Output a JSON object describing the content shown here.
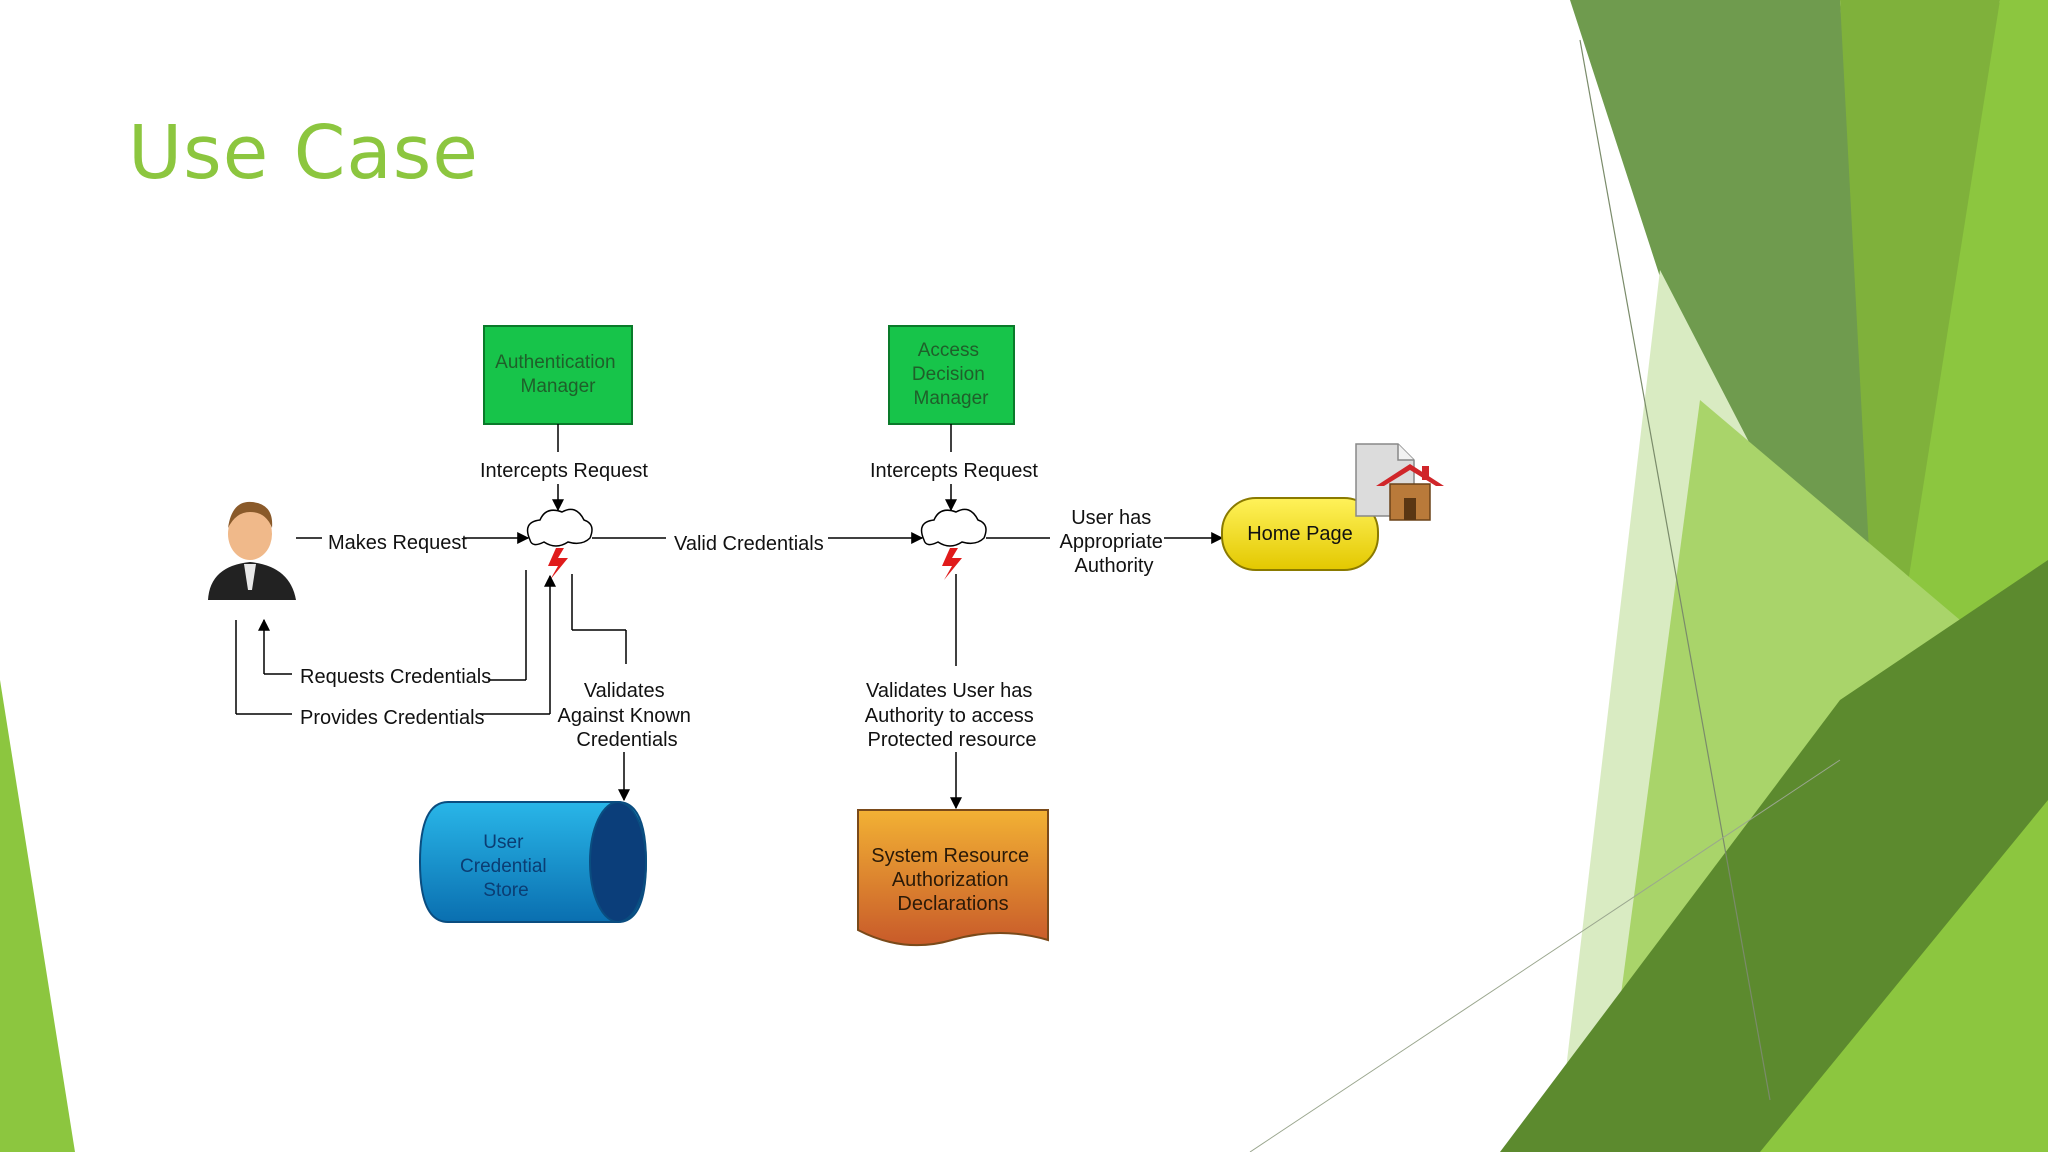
{
  "slide": {
    "title": "Use Case",
    "accent_colors": [
      "#8cc63f",
      "#6f9b4e",
      "#5c8a2e",
      "#a9d46a",
      "#d9ebc2"
    ]
  },
  "diagram": {
    "nodes": {
      "user_icon": "user-icon",
      "auth_manager": "Authentication\nManager",
      "access_manager": "Access\nDecision\nManager",
      "home_page": "Home Page",
      "home_icon": "home-icon",
      "credential_store": "User\nCredential\nStore",
      "authorization_declarations": "System Resource\nAuthorization\nDeclarations"
    },
    "edges": {
      "intercepts_request_1": "Intercepts Request",
      "intercepts_request_2": "Intercepts Request",
      "makes_request": "Makes Request",
      "valid_credentials": "Valid Credentials",
      "user_has_authority": "User has\nAppropriate\nAuthority",
      "requests_credentials": "Requests Credentials",
      "provides_credentials": "Provides Credentials",
      "validates_known": "Validates\nAgainst Known\nCredentials",
      "validates_authority": "Validates User has\nAuthority to access\nProtected resource"
    }
  }
}
